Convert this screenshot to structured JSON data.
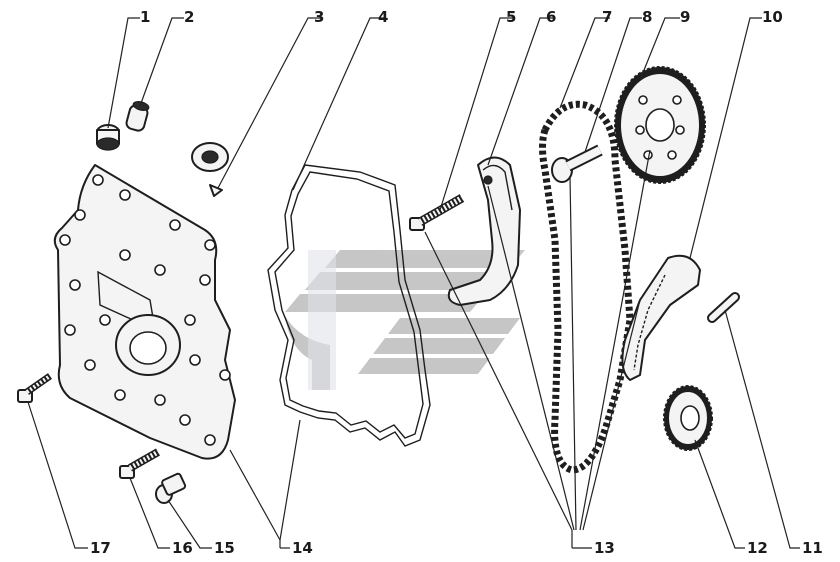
{
  "diagram": {
    "type": "exploded-parts-view",
    "callouts": [
      "1",
      "2",
      "3",
      "4",
      "5",
      "6",
      "7",
      "8",
      "9",
      "10",
      "11",
      "12",
      "13",
      "14",
      "15",
      "16",
      "17"
    ]
  },
  "watermark": {
    "colors": {
      "stripe": "#b9b9b9",
      "light": "#d9dde2"
    }
  }
}
